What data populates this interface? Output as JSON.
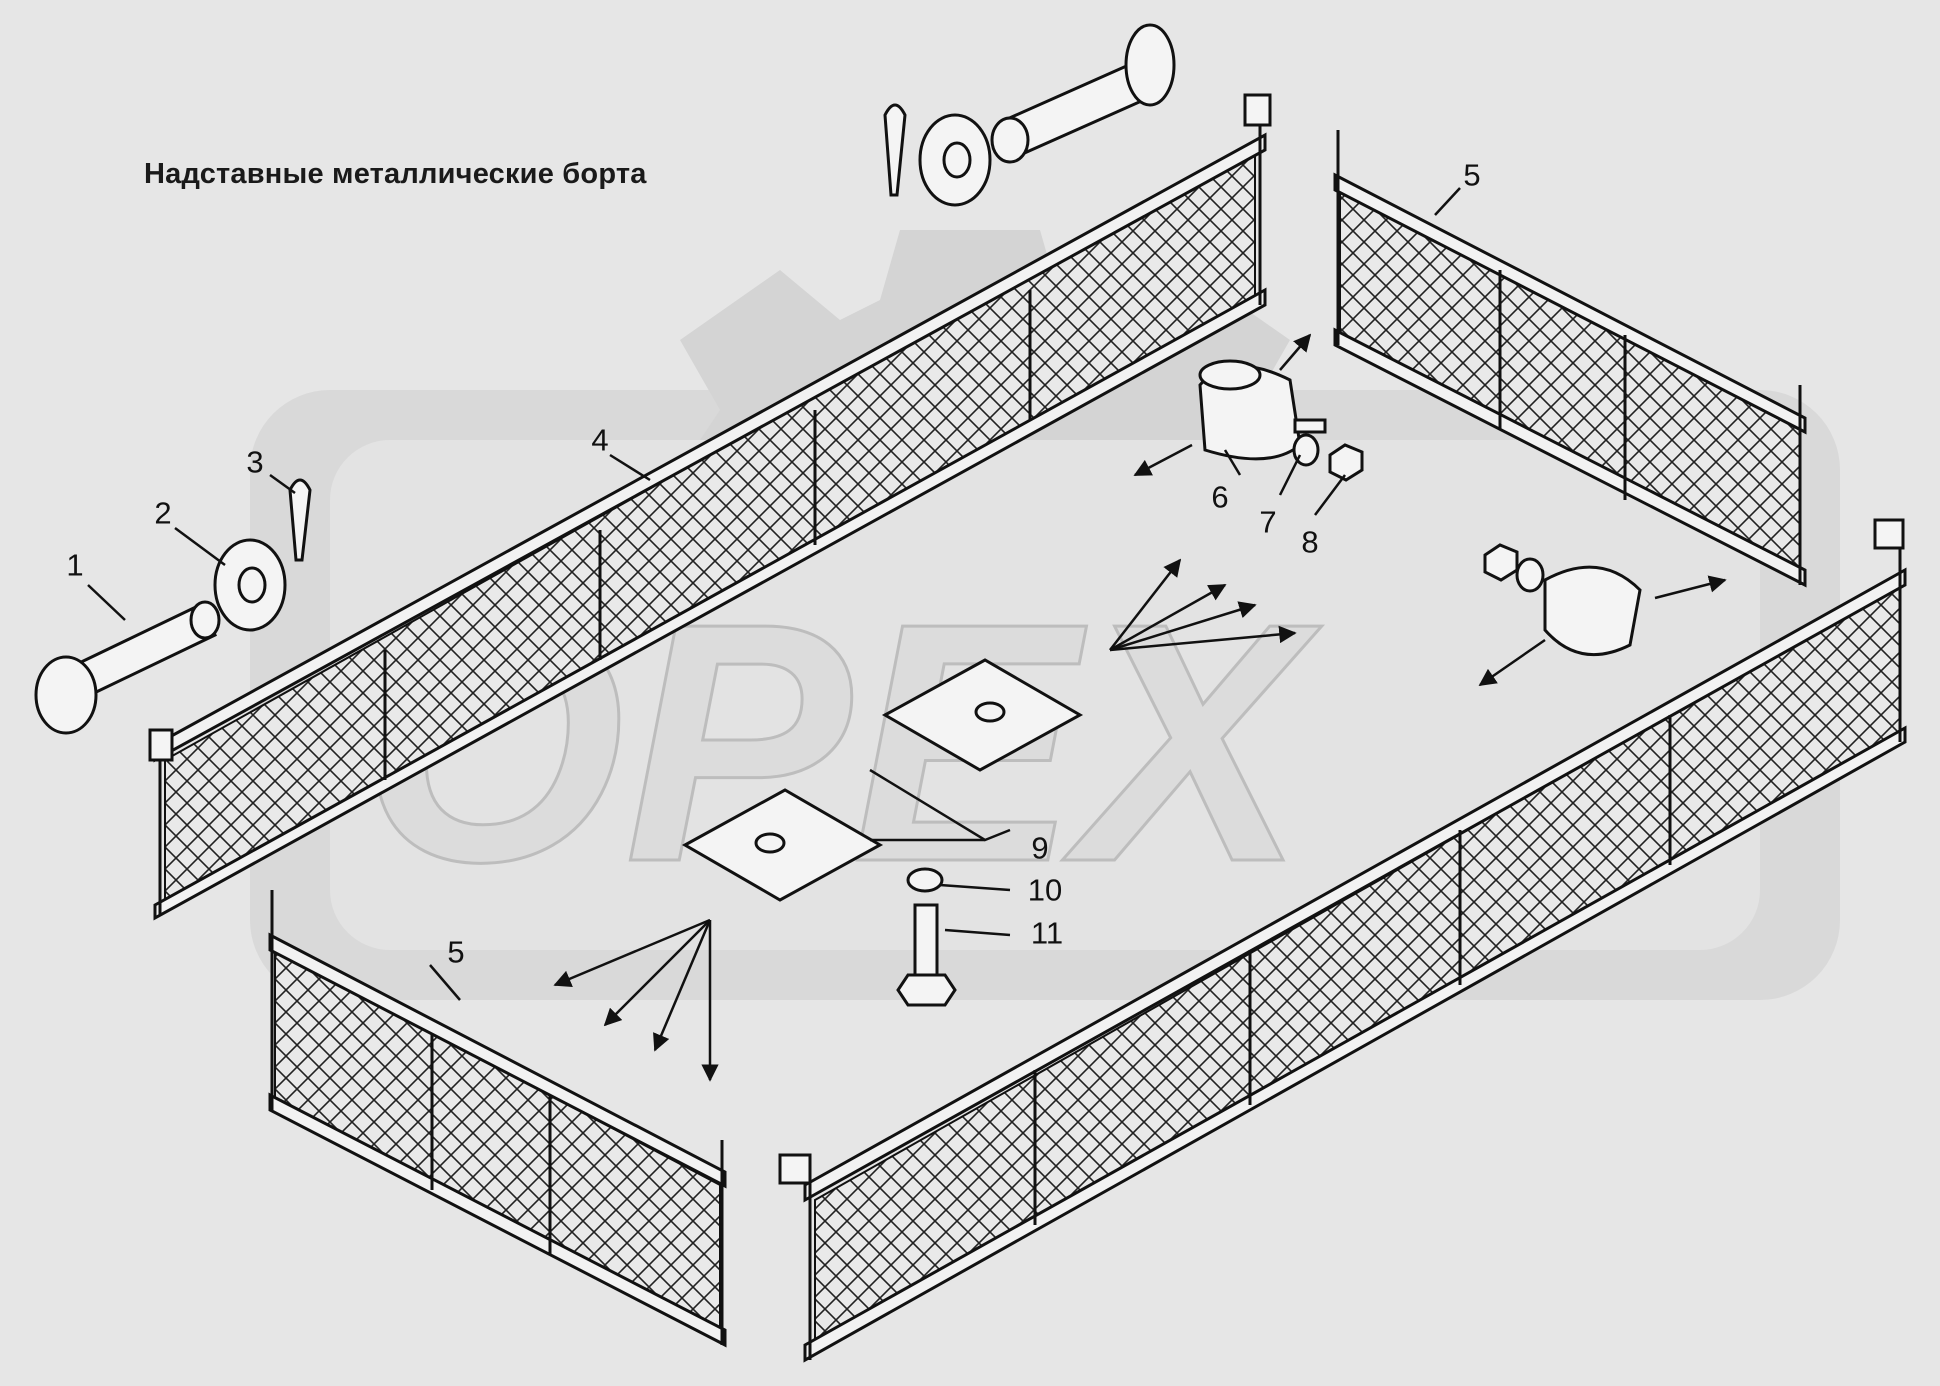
{
  "title": "Надставные металлические борта",
  "watermark": {
    "text": "OPEX",
    "color": "#d4d4d4"
  },
  "callouts": [
    {
      "id": "1",
      "label": "1"
    },
    {
      "id": "2",
      "label": "2"
    },
    {
      "id": "3",
      "label": "3"
    },
    {
      "id": "4",
      "label": "4"
    },
    {
      "id": "5a",
      "label": "5"
    },
    {
      "id": "5b",
      "label": "5"
    },
    {
      "id": "6",
      "label": "6"
    },
    {
      "id": "7",
      "label": "7"
    },
    {
      "id": "8",
      "label": "8"
    },
    {
      "id": "9",
      "label": "9"
    },
    {
      "id": "10",
      "label": "10"
    },
    {
      "id": "11",
      "label": "11"
    }
  ],
  "colors": {
    "background": "#e6e6e6",
    "line": "#111111",
    "watermark": "#d4d4d4"
  }
}
